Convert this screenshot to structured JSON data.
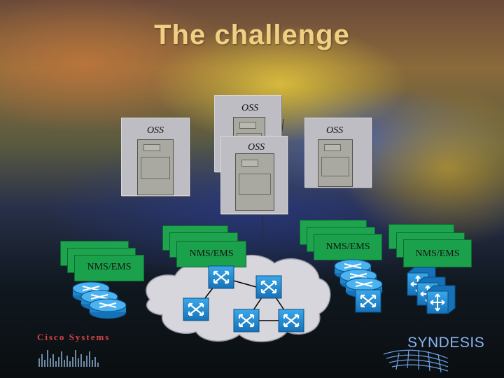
{
  "title": "The challenge",
  "oss_label": "OSS",
  "nms_label": "NMS/EMS",
  "logos": {
    "left": "Cisco Systems",
    "right": "SYNDESIS"
  },
  "colors": {
    "title": "#f1cf83",
    "nms_box": "#1ba14b",
    "device": "#1e90d8",
    "cloud": "#d6d6dc"
  }
}
